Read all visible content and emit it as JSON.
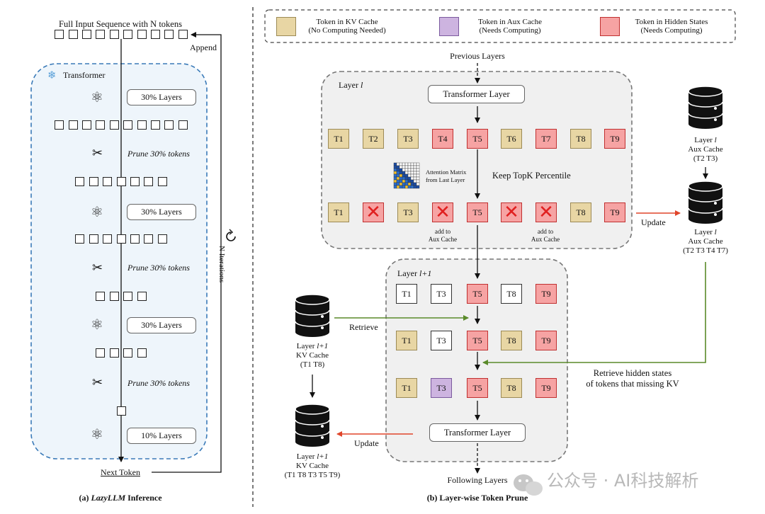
{
  "legend": {
    "kv": {
      "line1": "Token in KV Cache",
      "line2": "(No Computing Needed)"
    },
    "aux": {
      "line1": "Token in Aux Cache",
      "line2": "(Needs Computing)"
    },
    "hidden": {
      "line1": "Token in Hidden States",
      "line2": "(Needs Computing)"
    }
  },
  "colors": {
    "kv": "#e8d6a4",
    "aux": "#cdb4e0",
    "hidden": "#f6a3a3",
    "transformer_border": "#3a7ab8",
    "update_arrow": "#e0452a",
    "retrieve_arrow": "#5a8a2a"
  },
  "left": {
    "top_label": "Full Input Sequence with N tokens",
    "append": "Append",
    "transformer": "Transformer",
    "layers": [
      "30% Layers",
      "30% Layers",
      "30% Layers",
      "10% Layers"
    ],
    "prune": [
      "Prune 30% tokens",
      "Prune 30% tokens",
      "Prune 30% tokens"
    ],
    "iterations": "N Iterations",
    "next_token": "Next Token",
    "caption_pre": "(a) ",
    "caption_em": "LazyLLM",
    "caption_post": " Inference"
  },
  "right": {
    "previous_layers": "Previous Layers",
    "layer_l": {
      "word": "Layer ",
      "var": "l"
    },
    "transformer_layer": "Transformer Layer",
    "row1": [
      "T1",
      "T2",
      "T3",
      "T4",
      "T5",
      "T6",
      "T7",
      "T8",
      "T9"
    ],
    "row2": [
      "T1",
      "",
      "T3",
      "",
      "T5",
      "",
      "",
      "T8",
      "T9"
    ],
    "attention": {
      "line1": "Attention Matrix",
      "line2": "from Last Layer"
    },
    "keep_topk": "Keep TopK Percentile",
    "add_to": {
      "line1": "add to",
      "line2": "Aux Cache"
    },
    "update": "Update",
    "aux_cache_1": {
      "line1_word": "Layer ",
      "line1_var": "l",
      "line2": "Aux Cache",
      "line3": "(T2 T3)"
    },
    "aux_cache_2": {
      "line1_word": "Layer ",
      "line1_var": "l",
      "line2": "Aux Cache",
      "line3": "(T2 T3 T4 T7)"
    },
    "layer_l1": {
      "word": "Layer ",
      "var": "l+1"
    },
    "row3": [
      "T1",
      "T3",
      "T5",
      "T8",
      "T9"
    ],
    "row4": [
      "T1",
      "T3",
      "T5",
      "T8",
      "T9"
    ],
    "row5": [
      "T1",
      "T3",
      "T5",
      "T8",
      "T9"
    ],
    "retrieve": "Retrieve",
    "kv_cache_1": {
      "line1_word": "Layer ",
      "line1_var": "l+1",
      "line2": "KV Cache",
      "line3": "(T1 T8)"
    },
    "kv_cache_2": {
      "line1_word": "Layer ",
      "line1_var": "l+1",
      "line2": "KV Cache",
      "line3": "(T1 T8 T3 T5 T9)"
    },
    "retrieve_hidden": {
      "line1": "Retrieve hidden states",
      "line2": "of tokens that missing KV"
    },
    "following_layers": "Following Layers",
    "caption": "(b) Layer-wise Token Prune"
  },
  "watermark": "公众号 · AI科技解析"
}
